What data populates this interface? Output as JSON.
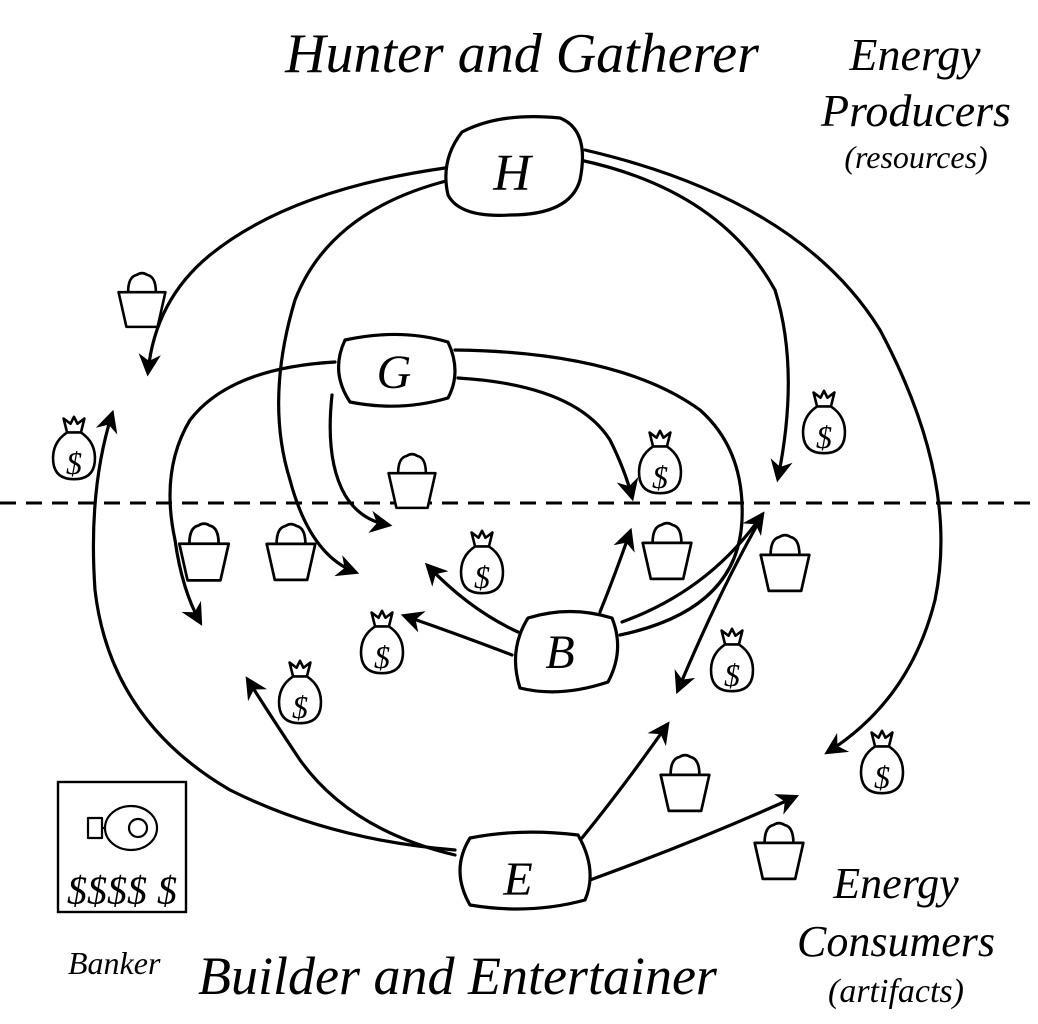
{
  "labels": {
    "top_title": "Hunter and Gatherer",
    "bottom_title": "Builder and Entertainer",
    "banker": "Banker",
    "producers_line1": "Energy",
    "producers_line2": "Producers",
    "producers_line3": "(resources)",
    "consumers_line1": "Energy",
    "consumers_line2": "Consumers",
    "consumers_line3": "(artifacts)",
    "bank_money": "$$$$ $"
  },
  "nodes": {
    "hunter": "H",
    "gatherer": "G",
    "builder": "B",
    "entertainer": "E"
  },
  "money_symbol": "$",
  "colors": {
    "ink": "#000000",
    "background": "#ffffff"
  }
}
